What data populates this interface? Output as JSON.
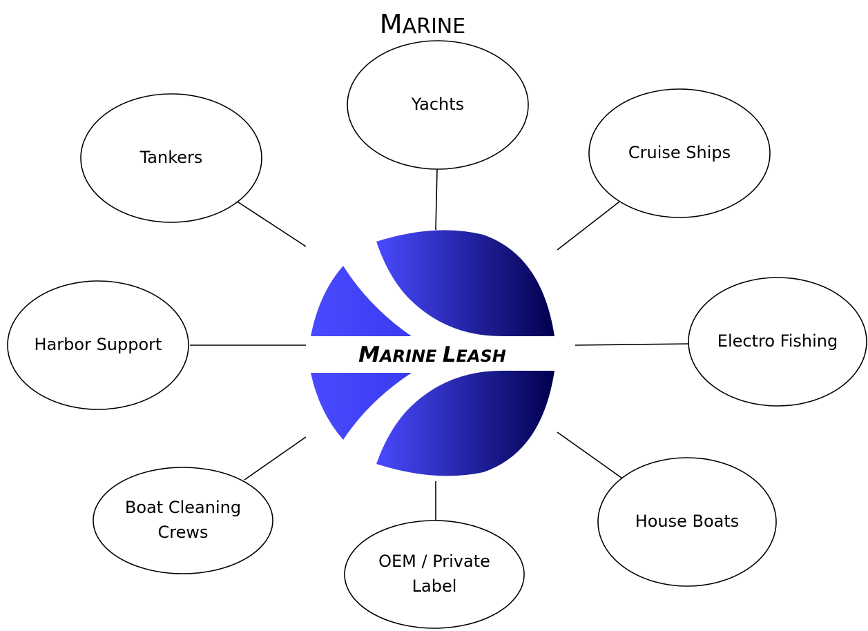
{
  "title": "Marine",
  "logo": {
    "text_1": "Marine",
    "text_2": "Leash",
    "colors": {
      "light_blue": "#4a4aff",
      "dark_navy": "#00004e"
    }
  },
  "nodes": [
    {
      "id": "yachts",
      "lines": [
        "Yachts"
      ]
    },
    {
      "id": "cruise-ships",
      "lines": [
        "Cruise Ships"
      ]
    },
    {
      "id": "electro-fishing",
      "lines": [
        "Electro Fishing"
      ]
    },
    {
      "id": "house-boats",
      "lines": [
        "House Boats"
      ]
    },
    {
      "id": "oem-private-label",
      "lines": [
        "OEM / Private",
        "Label"
      ]
    },
    {
      "id": "boat-cleaning-crews",
      "lines": [
        "Boat Cleaning",
        "Crews"
      ]
    },
    {
      "id": "harbor-support",
      "lines": [
        "Harbor Support"
      ]
    },
    {
      "id": "tankers",
      "lines": [
        "Tankers"
      ]
    }
  ]
}
